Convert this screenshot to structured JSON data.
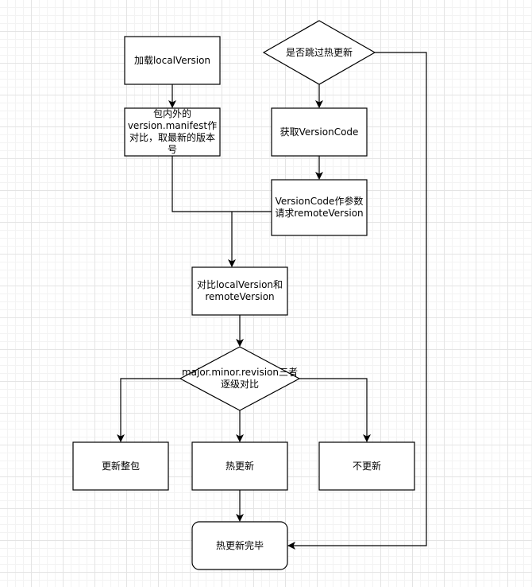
{
  "nodes": {
    "load_local": "加载localVersion",
    "compare_manifest": "包内外的version.manifest作对比，取最新的版本号",
    "skip_decision": "是否跳过热更新",
    "get_version_code": "获取VersionCode",
    "request_remote": "VersionCode作参数请求remoteVersion",
    "compare_versions": "对比localVersion和remoteVersion",
    "level_compare": "major.minor.revision三者逐级对比",
    "full_update": "更新整包",
    "hot_update": "热更新",
    "no_update": "不更新",
    "hot_update_done": "热更新完毕"
  }
}
